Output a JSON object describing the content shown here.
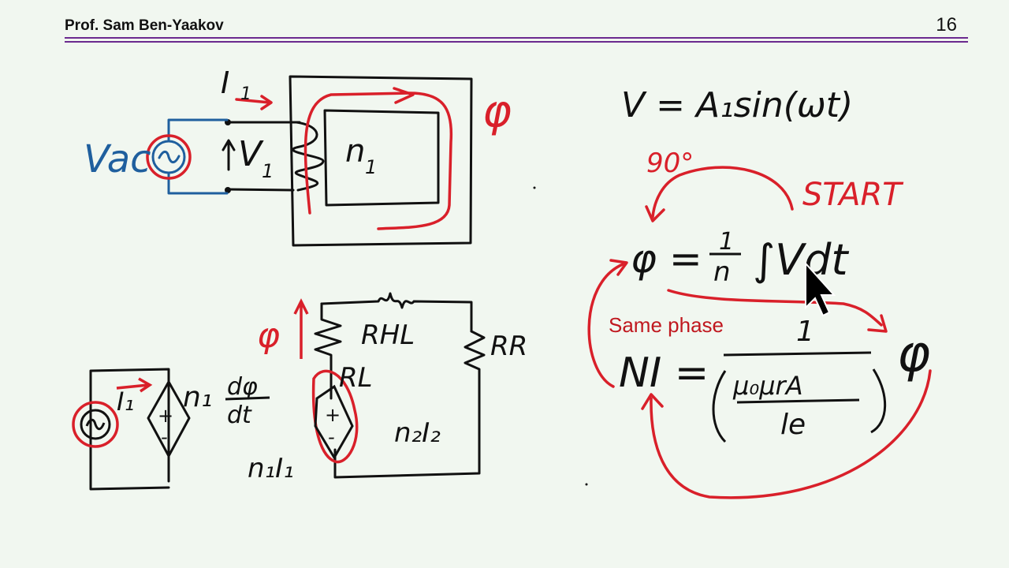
{
  "header": {
    "author": "Prof. Sam Ben-Yaakov",
    "page_number": "16"
  },
  "transformer": {
    "current_label": "I",
    "current_sub": "1",
    "source_label": "Vac",
    "voltage_label": "V",
    "voltage_sub": "1",
    "turns_label": "n",
    "turns_sub": "1",
    "flux_label": "φ"
  },
  "equations": {
    "voltage": "V = A₁sin(ωt)",
    "flux_lhs": "φ =",
    "flux_frac_num": "1",
    "flux_frac_den": "n",
    "flux_rhs": "∫Vdt",
    "mmf_lhs": "NI =",
    "mmf_num": "1",
    "mmf_den_top": "μ₀μrA",
    "mmf_den_bottom": "le",
    "flux_result": "φ",
    "phase_angle": "90°",
    "start_label": "START",
    "same_phase": "Same phase"
  },
  "magnetic_circuit": {
    "flux_label": "φ",
    "r_hl": "RHL",
    "r_l": "RL",
    "r_r": "RR",
    "source_label": "n₁I₁",
    "dep_source_label": "n₂I₂",
    "emf_coef": "n₁",
    "emf_num": "dφ",
    "emf_den": "dt",
    "current_label": "I₁"
  },
  "colors": {
    "red": "#d9202a",
    "blue": "#1f5f9e",
    "ink": "#111111",
    "rule": "#6b2a8f"
  }
}
